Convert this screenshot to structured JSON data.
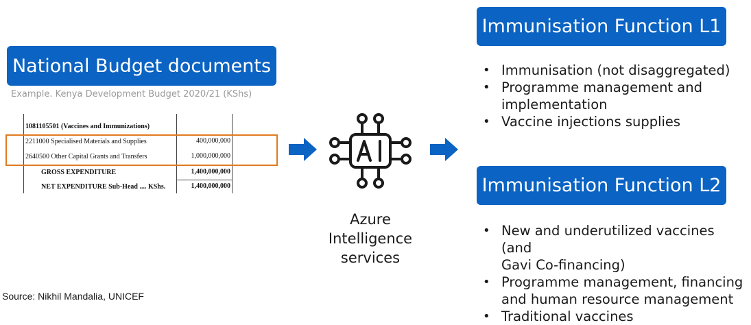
{
  "left": {
    "title": "National Budget documents",
    "caption": "Example. Kenya Development Budget 2020/21 (KShs)",
    "document": {
      "header": "1081105501 (Vaccines and Immunizations)",
      "rows": [
        {
          "label": "2211000 Specialised Materials and Supplies",
          "amount": "400,000,000"
        },
        {
          "label": "2640500 Other Capital Grants and Transfers",
          "amount": "1,000,000,000"
        }
      ],
      "gross": {
        "label": "GROSS EXPENDITURE",
        "amount": "1,400,000,000"
      },
      "net": {
        "label": "NET EXPENDITURE Sub-Head .... KShs.",
        "amount": "1,400,000,000"
      }
    },
    "highlight_color": "#e07a1f"
  },
  "center": {
    "icon": "ai-chip-icon",
    "label_lines": [
      "Azure",
      "Intelligence",
      "services"
    ]
  },
  "right": {
    "l1": {
      "title": "Immunisation Function L1",
      "items": [
        [
          "Immunisation (not disaggregated)"
        ],
        [
          "Programme management and",
          "implementation"
        ],
        [
          "Vaccine injections supplies"
        ]
      ]
    },
    "l2": {
      "title": "Immunisation Function L2",
      "items": [
        [
          "New and underutilized vaccines (and",
          "Gavi Co-financing)"
        ],
        [
          "Programme management, financing",
          "and human resource management"
        ],
        [
          "Traditional vaccines"
        ]
      ]
    }
  },
  "source": "Source: Nikhil Mandalia, UNICEF",
  "colors": {
    "accent": "#0b63c3",
    "highlight": "#e07a1f"
  }
}
